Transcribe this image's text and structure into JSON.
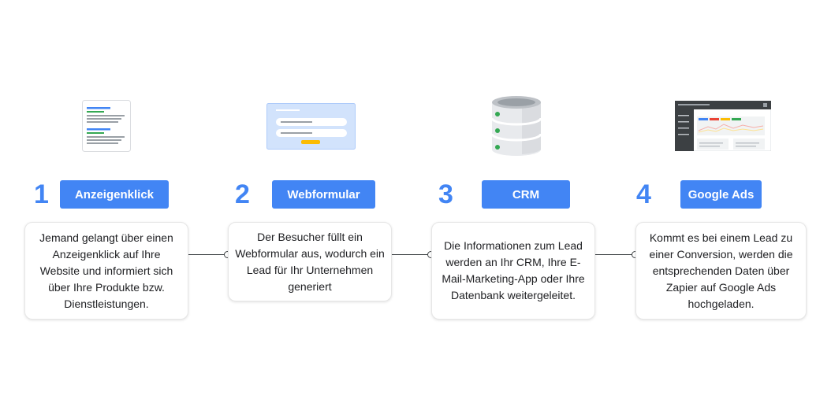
{
  "steps": [
    {
      "number": "1",
      "label": "Anzeigenklick",
      "description": "Jemand gelangt über einen Anzeigenklick auf Ihre Website und informiert sich über Ihre Produkte bzw. Dienstleistungen.",
      "icon": "search-results-icon"
    },
    {
      "number": "2",
      "label": "Webformular",
      "description": "Der Besucher füllt ein Webformular aus, wodurch ein Lead für Ihr Unternehmen generiert",
      "icon": "web-form-icon"
    },
    {
      "number": "3",
      "label": "CRM",
      "description": "Die Informationen zum Lead werden an Ihr CRM, Ihre E-Mail-Marketing-App oder Ihre Datenbank weitergeleitet.",
      "icon": "database-icon"
    },
    {
      "number": "4",
      "label": "Google Ads",
      "description": "Kommt es bei einem Lead zu einer Conversion, werden die entsprechenden Daten über Zapier auf Google Ads hochgeladen.",
      "icon": "dashboard-icon"
    }
  ],
  "colors": {
    "accent": "#4285f4",
    "green": "#34a853",
    "yellow": "#fbbc04",
    "red": "#ea4335"
  }
}
